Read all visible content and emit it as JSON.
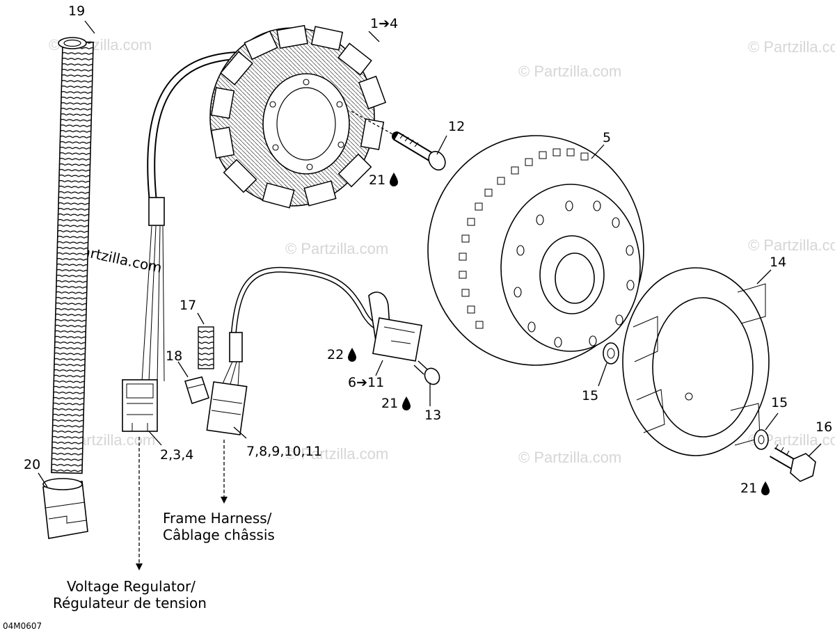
{
  "watermark": "© Partzilla.com",
  "ref_code": "04M0607",
  "callouts": {
    "c1": "1➔4",
    "c2": "2,3,4",
    "c5": "5",
    "c6": "6➔11",
    "c7": "7,8,9,10,11",
    "c12": "12",
    "c13": "13",
    "c14": "14",
    "c15a": "15",
    "c15b": "15",
    "c16": "16",
    "c17": "17",
    "c18": "18",
    "c19": "19",
    "c20": "20",
    "c21a": "21",
    "c21b": "21",
    "c21c": "21",
    "c22": "22"
  },
  "captions": {
    "frame_harness_line1": "Frame Harness/",
    "frame_harness_line2": "Câblage châssis",
    "voltage_regulator_line1": "Voltage Regulator/",
    "voltage_regulator_line2": "Régulateur de tension"
  },
  "icons": {
    "drop": "oil-drop-icon"
  }
}
